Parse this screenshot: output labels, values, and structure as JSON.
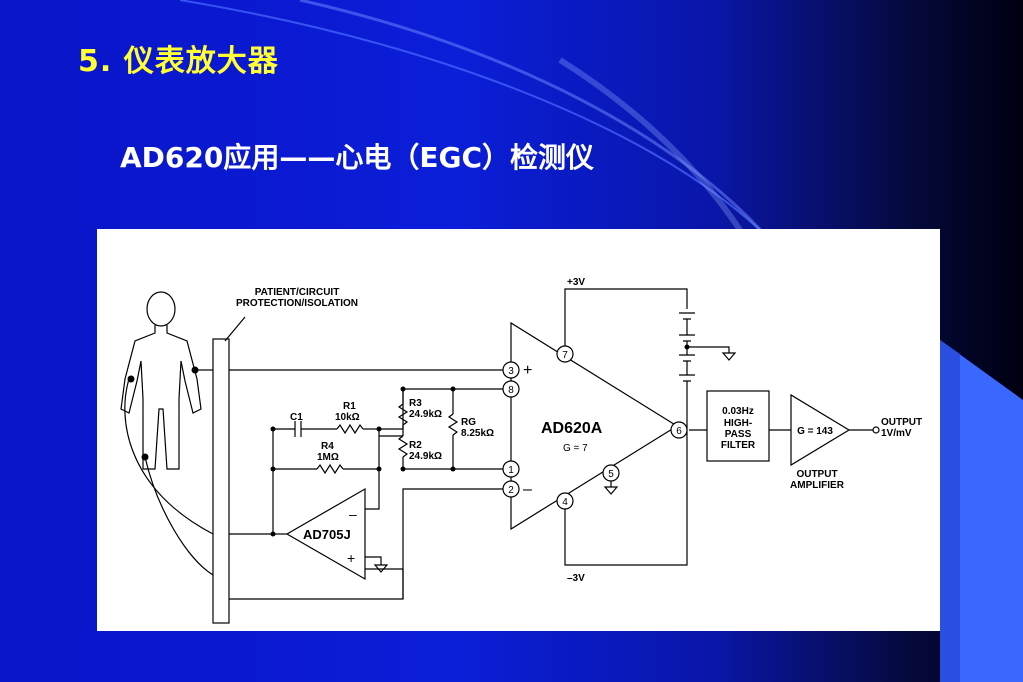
{
  "slide": {
    "title": "5. 仪表放大器",
    "subtitle": "AD620应用——心电（EGC）检测仪"
  },
  "schematic": {
    "protection_label_line1": "PATIENT/CIRCUIT",
    "protection_label_line2": "PROTECTION/ISOLATION",
    "supply_pos": "+3V",
    "supply_neg": "–3V",
    "amp_name": "AD620A",
    "amp_gain": "G = 7",
    "amp_plus": "+",
    "amp_minus": "–",
    "pin_3": "3",
    "pin_8": "8",
    "pin_1": "1",
    "pin_2": "2",
    "pin_7": "7",
    "pin_4": "4",
    "pin_5": "5",
    "pin_6": "6",
    "r1_name": "R1",
    "r1_value": "10kΩ",
    "c1_name": "C1",
    "r4_name": "R4",
    "r4_value": "1MΩ",
    "r3_name": "R3",
    "r3_value": "24.9kΩ",
    "r2_name": "R2",
    "r2_value": "24.9kΩ",
    "rg_name": "RG",
    "rg_value": "8.25kΩ",
    "opamp_name": "AD705J",
    "opamp_minus": "–",
    "opamp_plus": "+",
    "filter_line1": "0.03Hz",
    "filter_line2": "HIGH-",
    "filter_line3": "PASS",
    "filter_line4": "FILTER",
    "outamp_gain": "G = 143",
    "outamp_label_line1": "OUTPUT",
    "outamp_label_line2": "AMPLIFIER",
    "output_line1": "OUTPUT",
    "output_line2": "1V/mV"
  }
}
